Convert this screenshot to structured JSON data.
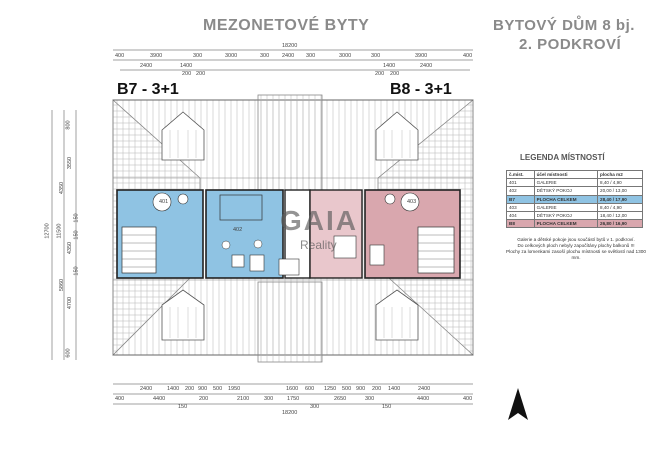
{
  "header": {
    "title_main": "MEZONETOVÉ BYTY",
    "title_right_line1": "BYTOVÝ DŮM 8 bj.",
    "title_right_line2": "2. PODKROVÍ"
  },
  "units": {
    "b7_label": "B7  -  3+1",
    "b8_label": "B8  -  3+1"
  },
  "rooms": {
    "r401": "401",
    "r402": "402",
    "r403": "403"
  },
  "dimensions": {
    "top_total": "18200",
    "top_row": [
      "400",
      "3900",
      "300",
      "3000",
      "300",
      "2400",
      "300",
      "3000",
      "300",
      "3900",
      "400"
    ],
    "top_sub": [
      "2400",
      "1400",
      "200",
      "200",
      "1400",
      "2400",
      "200",
      "200"
    ],
    "bottom_row1": [
      "2400",
      "1400",
      "200",
      "900",
      "500",
      "1950",
      "1600",
      "600",
      "1250",
      "500",
      "900",
      "200",
      "1400",
      "2400"
    ],
    "bottom_row2": [
      "400",
      "4400",
      "200",
      "2100",
      "300",
      "1750",
      "2650",
      "300",
      "4400",
      "400"
    ],
    "bottom_small": [
      "150",
      "300",
      "150"
    ],
    "bottom_total": "18200",
    "left_total": "12700",
    "left_inner": "11500",
    "left_a": [
      "800",
      "3550",
      "4350",
      "5860",
      "4350",
      "4700",
      "600"
    ],
    "left_b": [
      "150",
      "150",
      "150"
    ]
  },
  "legend": {
    "title": "LEGENDA MÍSTNOSTÍ",
    "headers": [
      "č.míst.",
      "účel místnosti",
      "plocha m2"
    ],
    "rows": [
      {
        "num": "401",
        "name": "GALERIE",
        "area": "8,40 / 4,90",
        "bold": false,
        "color": "#ffffff"
      },
      {
        "num": "402",
        "name": "DĚTSKÝ POKOJ",
        "area": "20,00 / 13,00",
        "bold": false,
        "color": "#ffffff"
      },
      {
        "num": "B7",
        "name": "PLOCHA CELKEM",
        "area": "28,40 / 17,90",
        "bold": true,
        "color": "#8fc3e3"
      },
      {
        "num": "403",
        "name": "GALERIE",
        "area": "8,40 / 4,90",
        "bold": false,
        "color": "#ffffff"
      },
      {
        "num": "404",
        "name": "DĚTSKÝ POKOJ",
        "area": "18,40 / 12,00",
        "bold": false,
        "color": "#ffffff"
      },
      {
        "num": "B8",
        "name": "PLOCHA CELKEM",
        "area": "26,80 / 16,90",
        "bold": true,
        "color": "#d9a7ae"
      }
    ],
    "note_line1": "Galerie a dětské pokoje jsou součástí bytů v 1. podkroví.",
    "note_line2": "Do celkových ploch nebyly započítány plochy balkonů !!!",
    "note_line3": "Plochy za lomenkami zasoší plochu místnosti se světlostí nad 1300 mm."
  },
  "watermark": {
    "main": "GAIA",
    "sub": "Reality"
  },
  "colors": {
    "b7_fill": "#8fc3e3",
    "b8_fill": "#d9a7ae",
    "roof_line": "#9a9a9a",
    "wall": "#333333"
  }
}
